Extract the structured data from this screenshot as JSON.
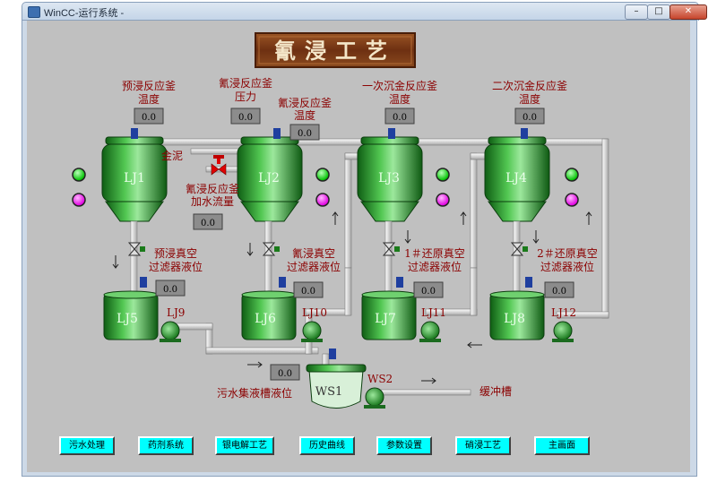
{
  "window": {
    "title": "WinCC-运行系统 -",
    "minimize": "–",
    "maximize": "□",
    "close": "✕"
  },
  "banner": {
    "title": "氰浸工艺"
  },
  "labels": {
    "preleach_temp": [
      "预浸反应釜",
      "温度"
    ],
    "leach_pressure": [
      "氰浸反应釜",
      "压力"
    ],
    "leach_temp": [
      "氰浸反应釜",
      "温度"
    ],
    "precip1_temp": [
      "一次沉金反应釜",
      "温度"
    ],
    "precip2_temp": [
      "二次沉金反应釜",
      "温度"
    ],
    "gold_mud": "金泥",
    "leach_flow": [
      "氰浸反应釜",
      "加水流量"
    ],
    "preleach_filter": [
      "预浸真空",
      "过滤器液位"
    ],
    "leach_filter": [
      "氰浸真空",
      "过滤器液位"
    ],
    "reduce1_filter": [
      "1＃还原真空",
      "过滤器液位"
    ],
    "reduce2_filter": [
      "2＃还原真空",
      "过滤器液位"
    ],
    "sewage_level": "污水集液槽液位",
    "buffer_tank": "缓冲槽"
  },
  "tags": {
    "lj1": "LJ1",
    "lj2": "LJ2",
    "lj3": "LJ3",
    "lj4": "LJ4",
    "lj5": "LJ5",
    "lj6": "LJ6",
    "lj7": "LJ7",
    "lj8": "LJ8",
    "lj9": "LJ9",
    "lj10": "LJ10",
    "lj11": "LJ11",
    "lj12": "LJ12",
    "ws1": "WS1",
    "ws2": "WS2"
  },
  "values": {
    "preleach_temp": "0.0",
    "leach_pressure": "0.0",
    "leach_temp": "0.0",
    "precip1_temp": "0.0",
    "precip2_temp": "0.0",
    "leach_flow": "0.0",
    "preleach_filter": "0.0",
    "leach_filter": "0.0",
    "reduce1_filter": "0.0",
    "reduce2_filter": "0.0",
    "sewage_level": "0.0"
  },
  "colors": {
    "background": "#c0c0c0",
    "label_text": "#8b0000",
    "tank_green": "#2e9a2e",
    "pipe": "#ffffff",
    "indicator_green": "#00e000",
    "indicator_magenta": "#ff00ff",
    "nav_button": "#00ffff",
    "banner_wood": "#7a3a18"
  },
  "nav": [
    {
      "label": "污水处理"
    },
    {
      "label": "药剂系统"
    },
    {
      "label": "银电解工艺"
    },
    {
      "label": "历史曲线"
    },
    {
      "label": "参数设置"
    },
    {
      "label": "硝浸工艺"
    },
    {
      "label": "主画面"
    }
  ]
}
